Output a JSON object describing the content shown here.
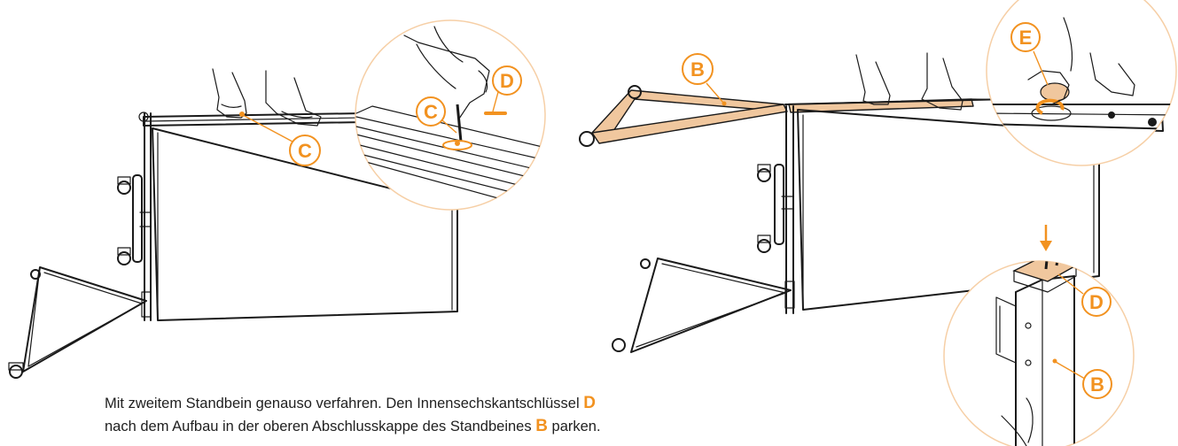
{
  "colors": {
    "accent": "#f29220",
    "part_fill": "#f0c79e",
    "detail_circle": "#f6cfa6",
    "line": "#1a1a1a"
  },
  "labels": {
    "c_main": "C",
    "c_detail": "C",
    "d_detail_left": "D",
    "b_main": "B",
    "e_detail": "E",
    "d_detail_right": "D",
    "b_detail_right": "B"
  },
  "caption": {
    "line1_text": "Mit zweitem Standbein genauso verfahren. Den Innensechskantschlüssel",
    "line1_mark": "D",
    "line2_text": "nach dem Aufbau in der oberen Abschlusskappe des Standbeines",
    "line2_mark": "B",
    "line2_end": "parken."
  }
}
